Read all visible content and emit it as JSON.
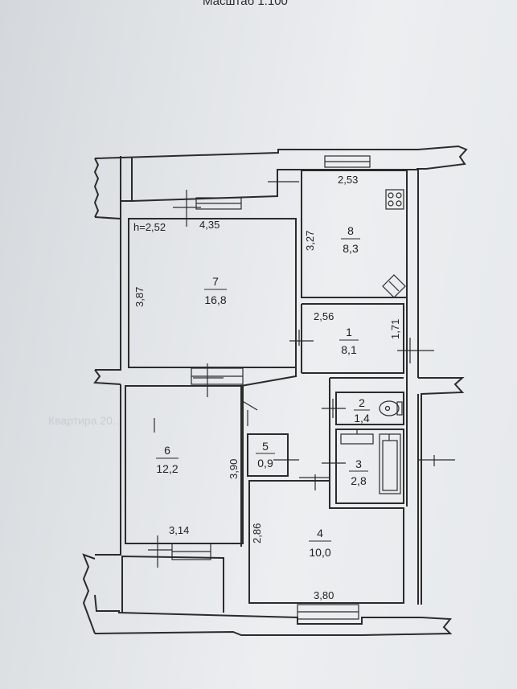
{
  "header": {
    "scale_text": "Масштаб 1:100"
  },
  "ceiling_height": "h=2,52",
  "rooms": [
    {
      "id": "1",
      "area": "8,1"
    },
    {
      "id": "2",
      "area": "1,4"
    },
    {
      "id": "3",
      "area": "2,8"
    },
    {
      "id": "4",
      "area": "10,0"
    },
    {
      "id": "5",
      "area": "0,9"
    },
    {
      "id": "6",
      "area": "12,2"
    },
    {
      "id": "7",
      "area": "16,8"
    },
    {
      "id": "8",
      "area": "8,3"
    }
  ],
  "dimensions": {
    "kitchen_width": "2,53",
    "kitchen_depth": "3,27",
    "room7_width": "4,35",
    "room7_depth": "3,87",
    "hall_width": "2,56",
    "hall_depth": "1,71",
    "room6_depth": "3,90",
    "room6_width": "3,14",
    "room4_depth": "2,86",
    "room4_width": "3,80"
  },
  "background_text": "Квартира 20..."
}
